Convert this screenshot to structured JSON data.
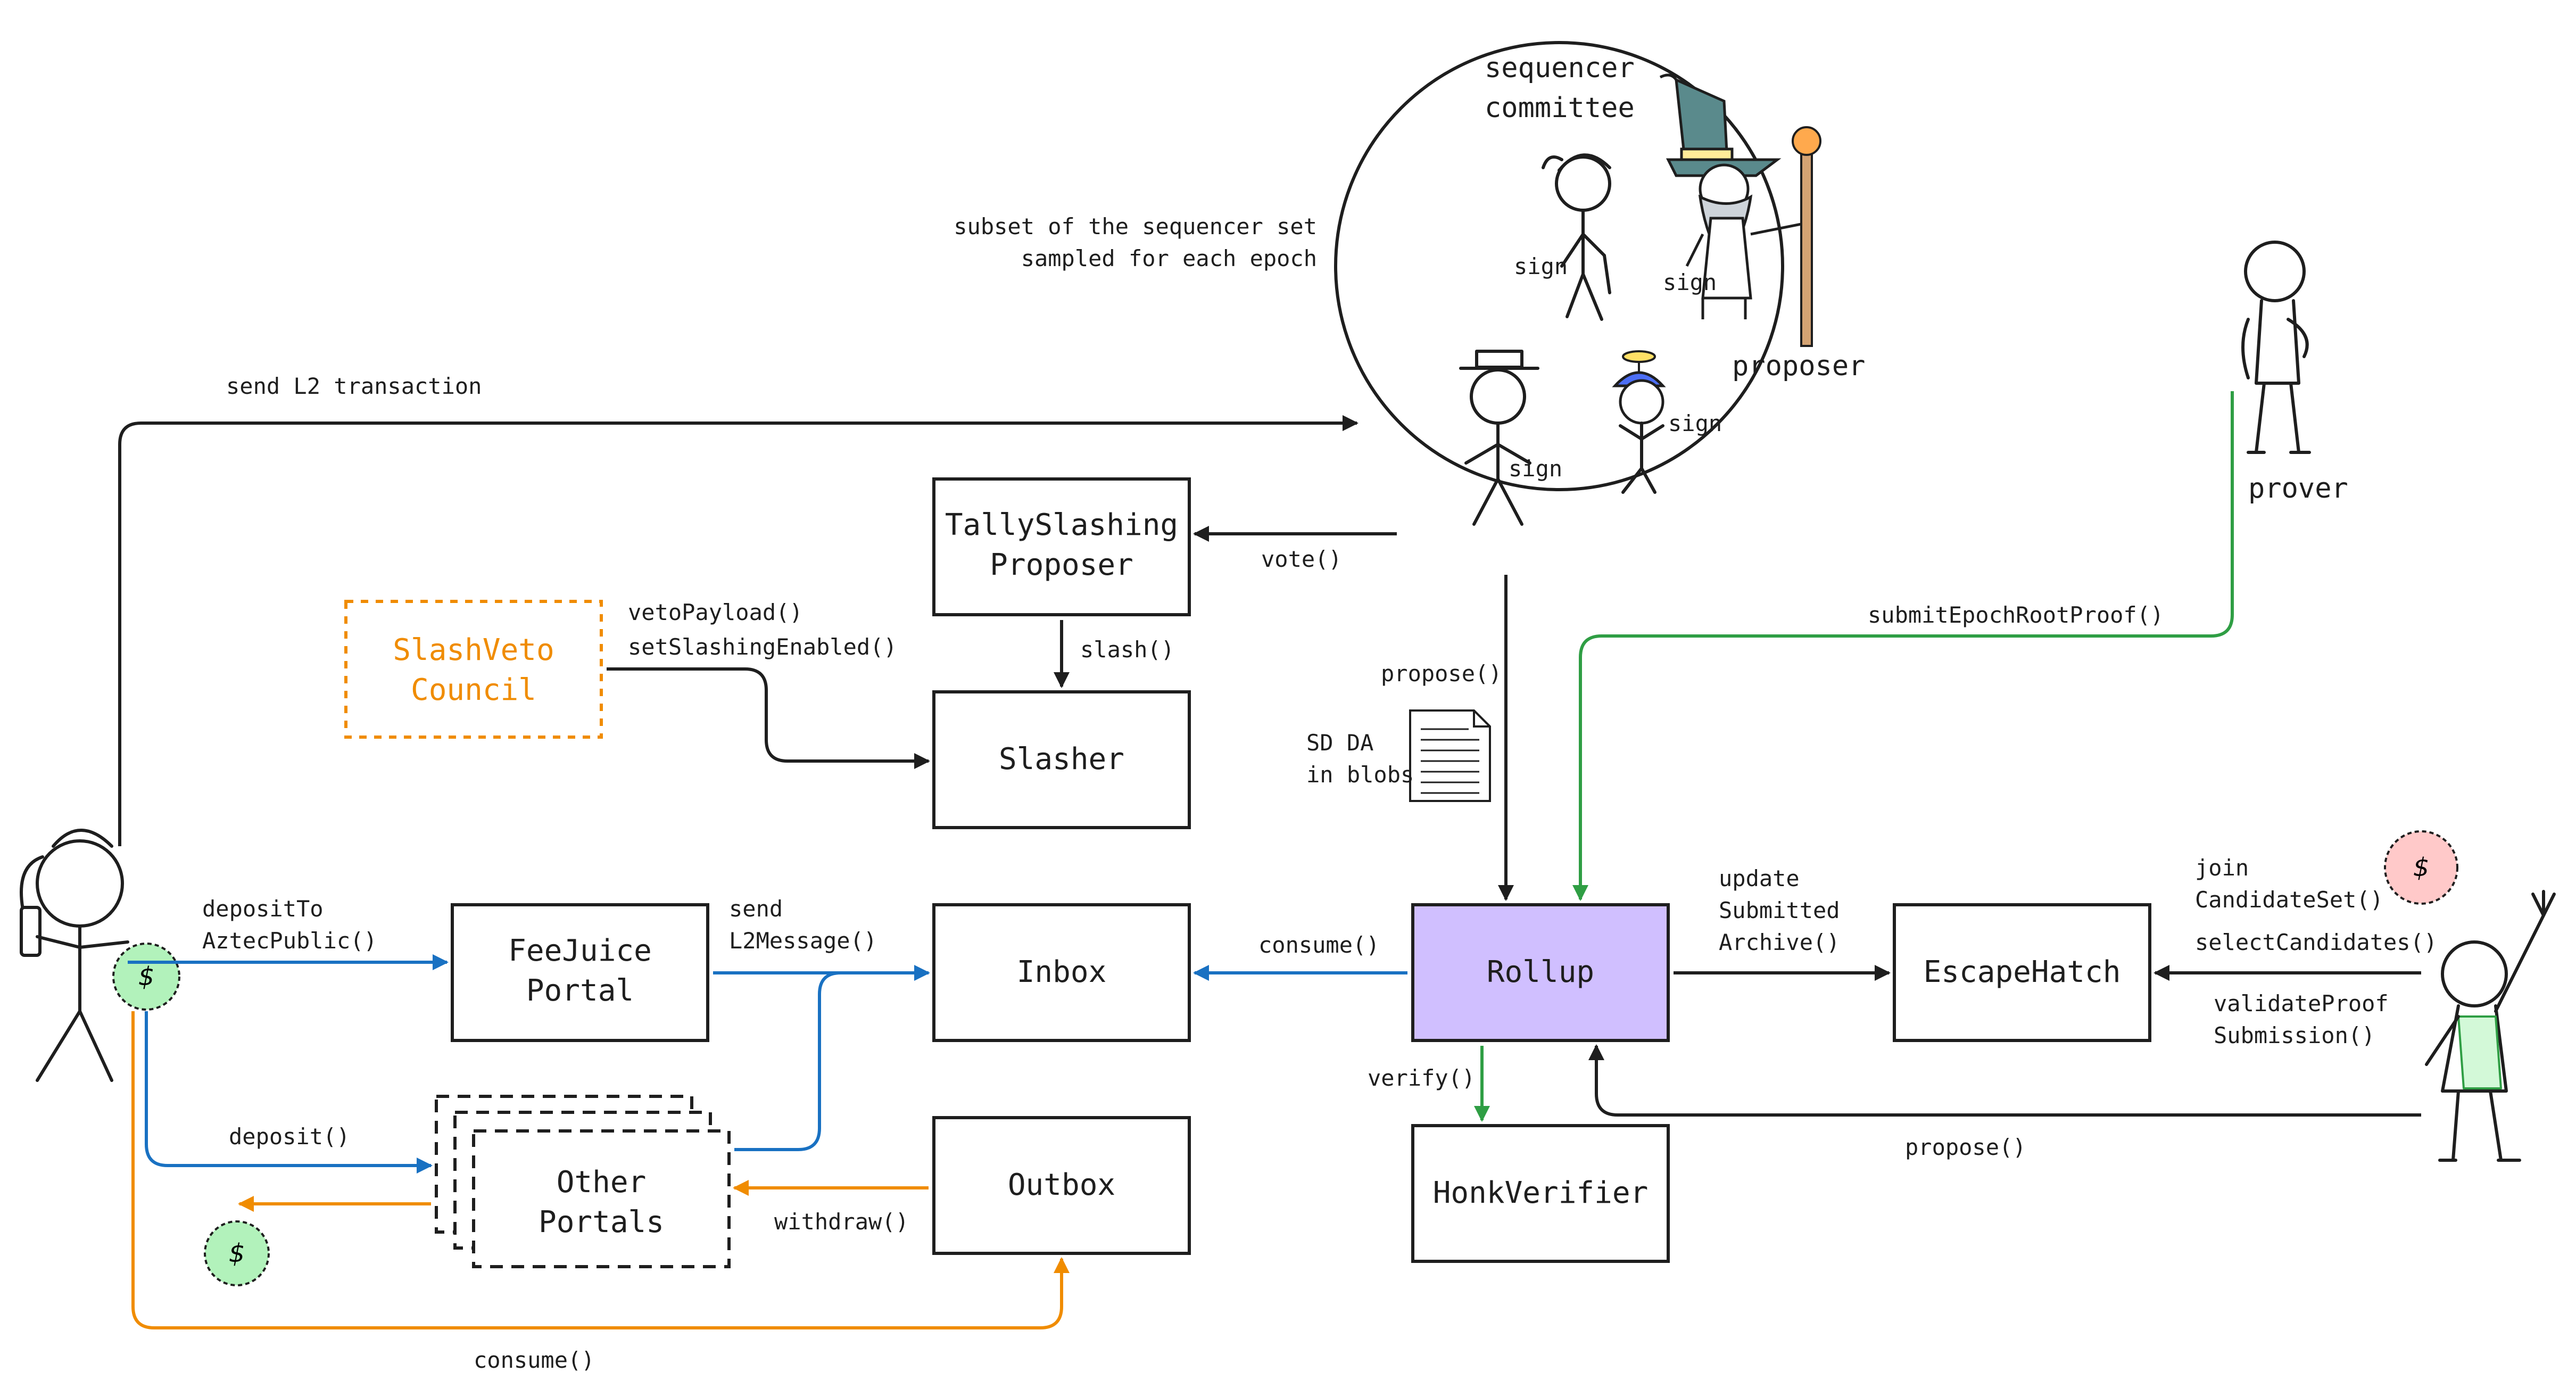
{
  "committee": {
    "title_line1": "sequencer",
    "title_line2": "committee",
    "subset_line1": "subset of the sequencer set",
    "subset_line2": "sampled for each epoch",
    "sign_label": "sign",
    "proposer_label": "proposer"
  },
  "boxes": {
    "tally_line1": "TallySlashing",
    "tally_line2": "Proposer",
    "slasher": "Slasher",
    "veto_line1": "SlashVeto",
    "veto_line2": "Council",
    "feejuice_line1": "FeeJuice",
    "feejuice_line2": "Portal",
    "inbox": "Inbox",
    "outbox": "Outbox",
    "rollup": "Rollup",
    "escape": "EscapeHatch",
    "honk": "HonkVerifier",
    "portals_line1": "Other",
    "portals_line2": "Portals"
  },
  "actors": {
    "prover": "prover"
  },
  "labels": {
    "send_l2_tx": "send L2 transaction",
    "vote": "vote()",
    "slash": "slash()",
    "veto_payload": "vetoPayload()",
    "set_slashing": "setSlashingEnabled()",
    "propose": "propose()",
    "sd_da_1": "SD DA",
    "sd_da_2": "in blobs",
    "submit_epoch": "submitEpochRootProof()",
    "deposit_to_1": "depositTo",
    "deposit_to_2": "AztecPublic()",
    "send_msg_1": "send",
    "send_msg_2": "L2Message()",
    "consume": "consume()",
    "update_1": "update",
    "update_2": "Submitted",
    "update_3": "Archive()",
    "join_1": "join",
    "join_2": "CandidateSet()",
    "select_candidates": "selectCandidates()",
    "validate_1": "validateProof",
    "validate_2": "Submission()",
    "verify": "verify()",
    "deposit": "deposit()",
    "withdraw": "withdraw()",
    "propose_bottom": "propose()",
    "consume_bottom": "consume()",
    "dollar": "$"
  },
  "colors": {
    "blue": "#1971c2",
    "green": "#2f9e44",
    "orange": "#f08c00",
    "rollup_fill": "#d0bfff",
    "coin_green": "#b2f2bb",
    "coin_red": "#ffc9c9"
  }
}
